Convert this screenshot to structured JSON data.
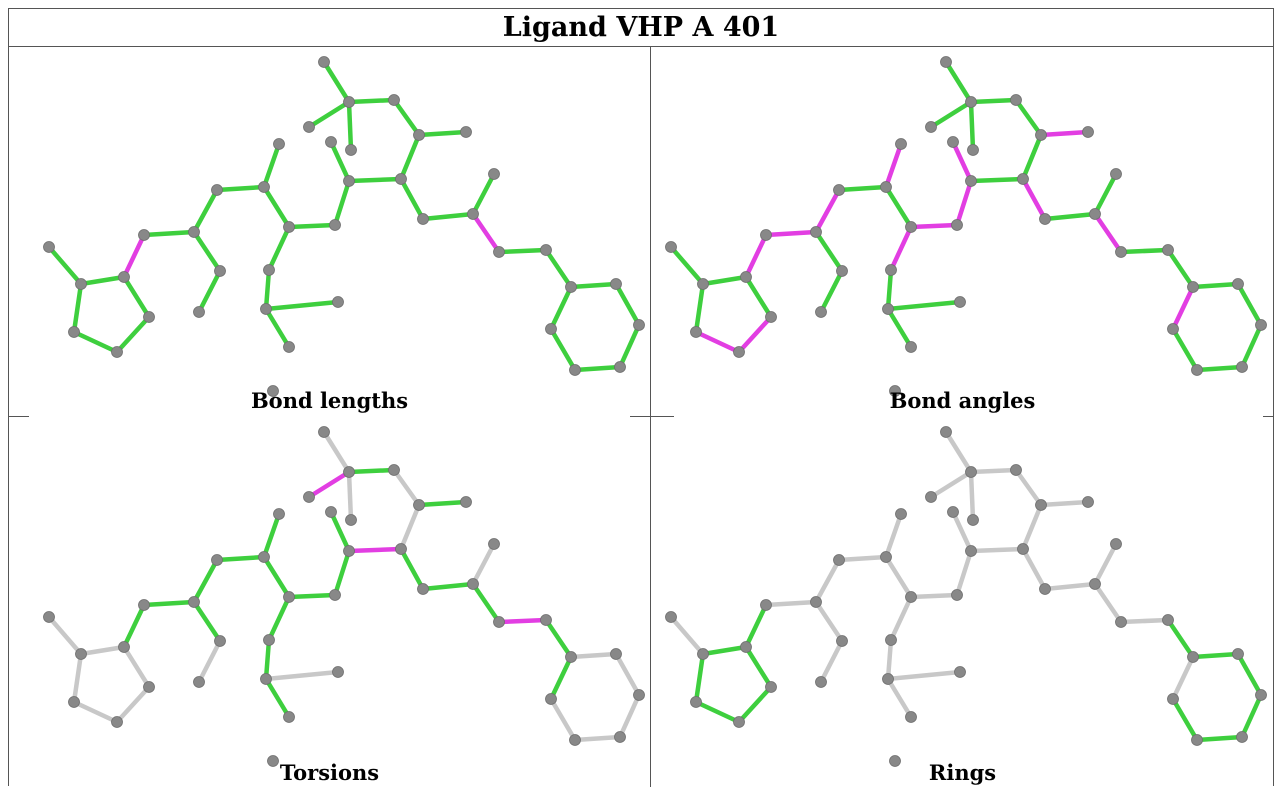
{
  "title": "Ligand VHP A 401",
  "panels": [
    {
      "caption": "Bond lengths"
    },
    {
      "caption": "Bond angles"
    },
    {
      "caption": "Torsions"
    },
    {
      "caption": "Rings"
    }
  ],
  "colors": {
    "normal_bond": "#3ecf3e",
    "flagged_bond": "#e23ee2",
    "unused_bond": "#c8c8c8",
    "atom": "#888888"
  }
}
